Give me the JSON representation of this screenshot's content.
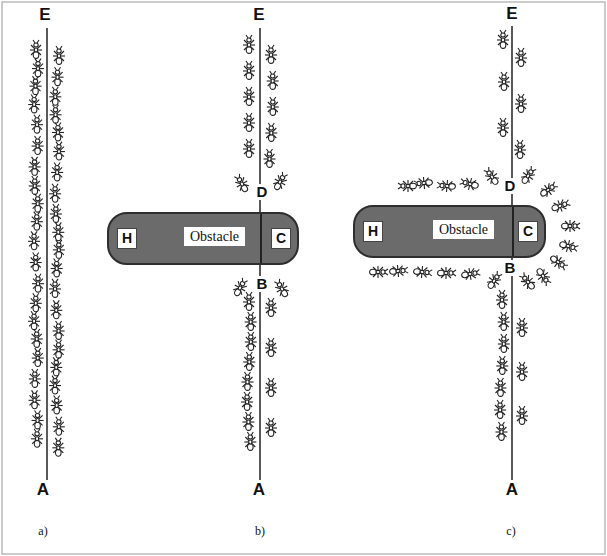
{
  "diagram": {
    "nodes": [
      {
        "text": [
          "Obstacle"
        ]
      },
      {
        "text": [
          "H"
        ],
        "in": 0
      },
      {
        "text": [
          "C"
        ],
        "in": 0
      },
      {
        "text": [
          "Obstacle"
        ]
      },
      {
        "text": [
          "H"
        ],
        "in": 3
      },
      {
        "text": [
          "C"
        ],
        "in": 3
      }
    ],
    "labels": [
      "E",
      "A",
      "a)",
      "E",
      "D",
      "B",
      "A",
      "b)",
      "E",
      "D",
      "B",
      "A",
      "c)"
    ]
  }
}
